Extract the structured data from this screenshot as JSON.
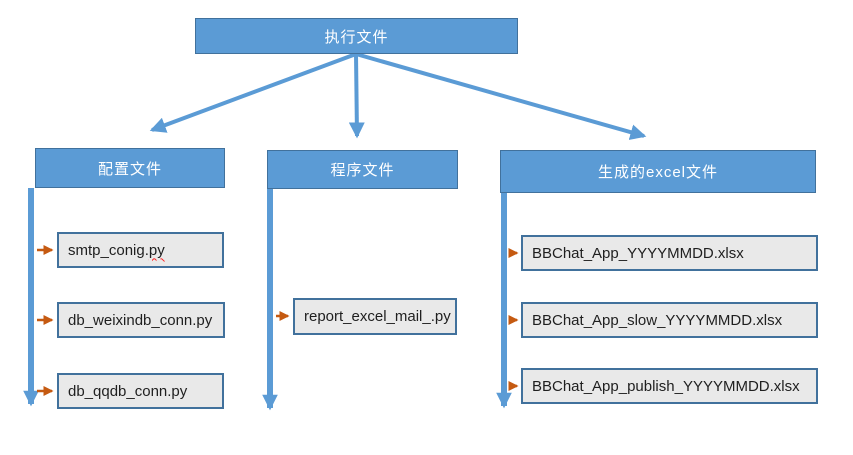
{
  "diagram": {
    "root": {
      "label": "执行文件"
    },
    "branches": [
      {
        "label": "配置文件",
        "children": [
          {
            "label_start": "smtp_conig.",
            "label_misspelled": "py"
          },
          {
            "label": "db_weixindb_conn.py"
          },
          {
            "label": "db_qqdb_conn.py"
          }
        ]
      },
      {
        "label": "程序文件",
        "children": [
          {
            "label": "report_excel_mail_.py"
          }
        ]
      },
      {
        "label": "生成的excel文件",
        "children": [
          {
            "label": "BBChat_App_YYYYMMDD.xlsx"
          },
          {
            "label": "BBChat_App_slow_YYYYMMDD.xlsx"
          },
          {
            "label": "BBChat_App_publish_YYYYMMDD.xlsx"
          }
        ]
      }
    ],
    "colors": {
      "node_fill": "#5B9BD5",
      "node_border": "#41719C",
      "leaf_fill": "#E9E9E9",
      "leaf_border": "#41719C",
      "connector_blue": "#5B9BD5",
      "leaf_arrow_orange": "#C55A11",
      "spellcheck_red": "#FF1F1F",
      "node_text": "#FFFFFF",
      "leaf_text": "#1F1F1F"
    }
  }
}
